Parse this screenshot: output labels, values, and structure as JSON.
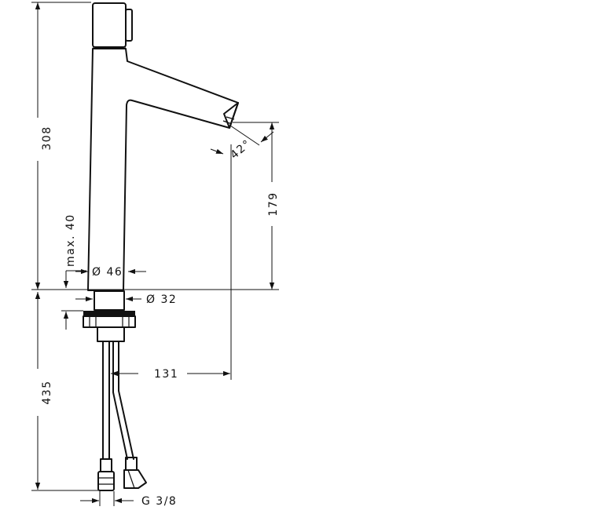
{
  "dimensions": {
    "total_height_above_deck": "308",
    "spout_height": "179",
    "max_deck_thickness": "max. 40",
    "body_diameter": "Ø 46",
    "shank_diameter": "Ø 32",
    "spout_angle": "42°",
    "hose_length": "435",
    "spout_reach": "131",
    "connection_thread": "G 3/8"
  }
}
